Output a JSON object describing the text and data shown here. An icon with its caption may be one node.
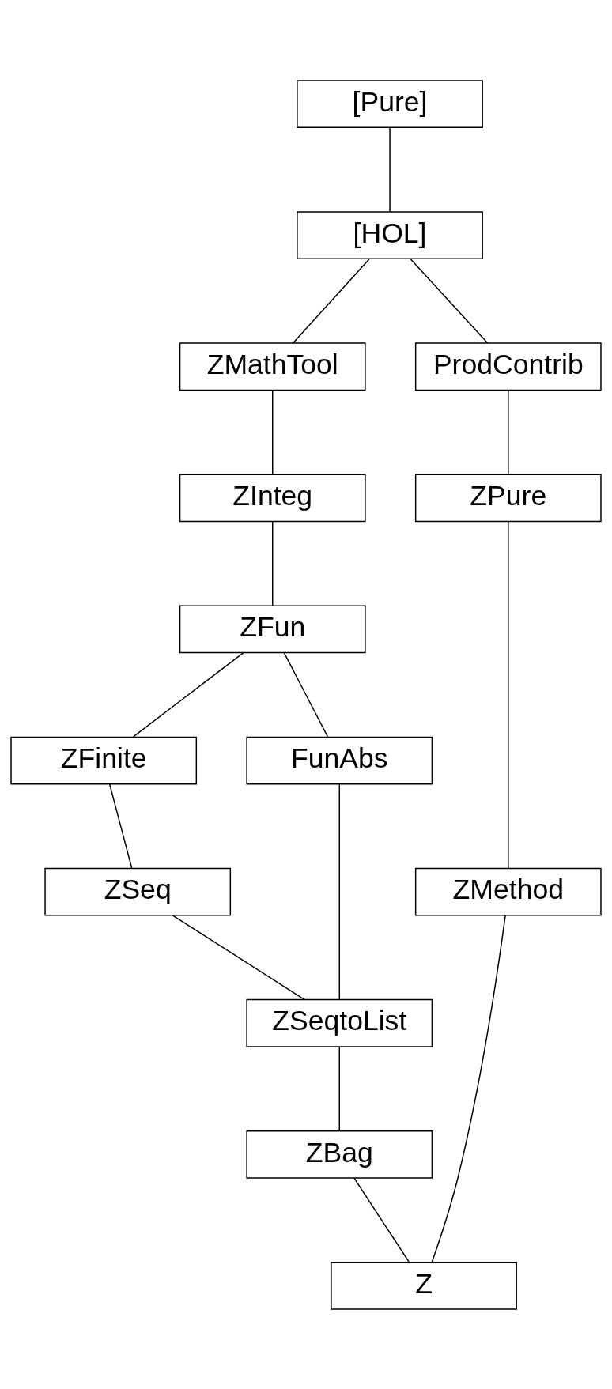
{
  "diagram": {
    "nodes": [
      {
        "text": [
          "[Pure]"
        ]
      },
      {
        "text": [
          "[HOL]"
        ]
      },
      {
        "text": [
          "ZMathTool"
        ]
      },
      {
        "text": [
          "ProdContrib"
        ]
      },
      {
        "text": [
          "ZInteg"
        ]
      },
      {
        "text": [
          "ZPure"
        ]
      },
      {
        "text": [
          "ZFun"
        ]
      },
      {
        "text": [
          "ZMethod"
        ]
      },
      {
        "text": [
          "ZFinite"
        ]
      },
      {
        "text": [
          "FunAbs"
        ]
      },
      {
        "text": [
          "ZSeq"
        ]
      },
      {
        "text": [
          "ZSeqtoList"
        ]
      },
      {
        "text": [
          "ZBag"
        ]
      },
      {
        "text": [
          "Z"
        ]
      }
    ],
    "edges": [
      {
        "from": 0,
        "to": 1,
        "arrow": "none"
      },
      {
        "from": 1,
        "to": 2,
        "arrow": "none"
      },
      {
        "from": 1,
        "to": 3,
        "arrow": "none"
      },
      {
        "from": 2,
        "to": 4,
        "arrow": "none"
      },
      {
        "from": 3,
        "to": 5,
        "arrow": "none"
      },
      {
        "from": 4,
        "to": 6,
        "arrow": "none"
      },
      {
        "from": 5,
        "to": 7,
        "arrow": "none"
      },
      {
        "from": 6,
        "to": 8,
        "arrow": "none"
      },
      {
        "from": 6,
        "to": 9,
        "arrow": "none"
      },
      {
        "from": 8,
        "to": 10,
        "arrow": "none"
      },
      {
        "from": 10,
        "to": 11,
        "arrow": "none"
      },
      {
        "from": 9,
        "to": 11,
        "arrow": "none"
      },
      {
        "from": 11,
        "to": 12,
        "arrow": "none"
      },
      {
        "from": 12,
        "to": 13,
        "arrow": "none"
      },
      {
        "from": 7,
        "to": 13,
        "arrow": "none"
      }
    ]
  }
}
